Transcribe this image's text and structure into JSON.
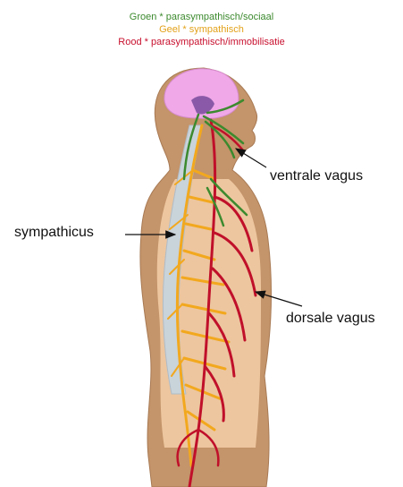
{
  "legend": {
    "green": "Groen * parasympathisch/sociaal",
    "yellow": "Geel * sympathisch",
    "red": "Rood * parasympathisch/immobilisatie"
  },
  "labels": {
    "ventral": "ventrale vagus",
    "sympathicus": "sympathicus",
    "dorsal": "dorsale vagus"
  },
  "colors": {
    "green": "#3c8a2e",
    "yellow": "#f2a81e",
    "red": "#c0102a",
    "skin": "#c4946a",
    "brain": "#f0a8e8",
    "spine": "#c9d3da"
  }
}
